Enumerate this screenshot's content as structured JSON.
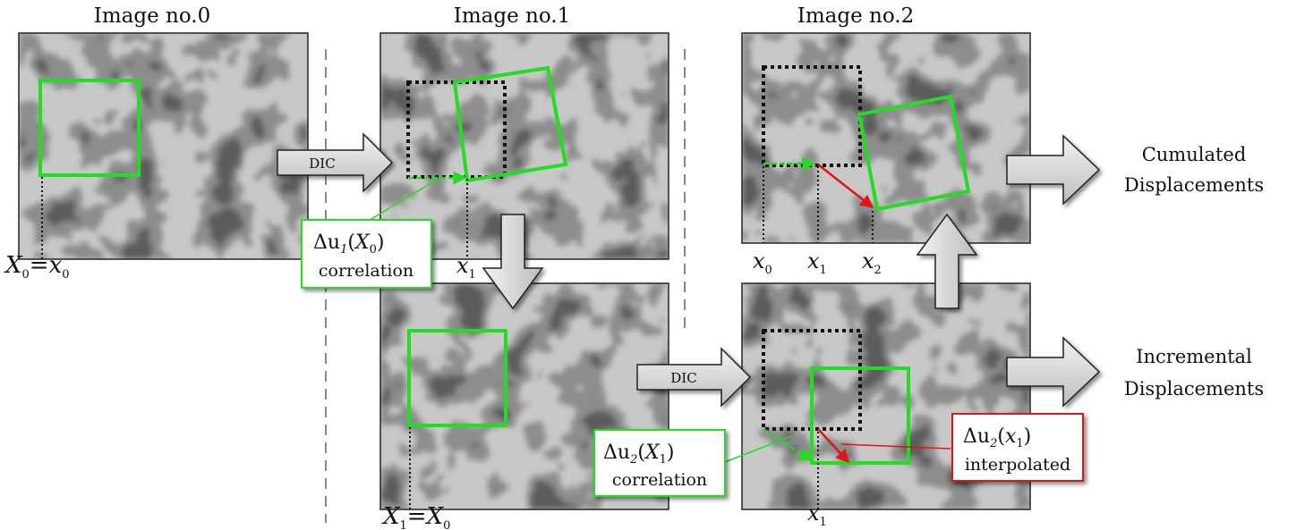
{
  "panels": {
    "image0": {
      "title": "Image no.0"
    },
    "image1": {
      "title": "Image no.1"
    },
    "image2": {
      "title": "Image no.2"
    }
  },
  "arrows": {
    "dic_top": "DIC",
    "dic_bottom": "DIC"
  },
  "outputs": {
    "cumulated_line1": "Cumulated",
    "cumulated_line2": "Displacements",
    "incremental_line1": "Incremental",
    "incremental_line2": "Displacements"
  },
  "callouts": {
    "du1": {
      "delta": "Δu",
      "sub": "1",
      "arg": "X",
      "argsub": "0",
      "caption": "correlation",
      "color": "#22dd22"
    },
    "du2_corr": {
      "delta": "Δu",
      "sub": "2",
      "arg": "X",
      "argsub": "1",
      "caption": "correlation",
      "color": "#22dd22"
    },
    "du2_interp": {
      "delta": "Δu",
      "sub": "2",
      "arg": "x",
      "argsub": "1",
      "caption": "interpolated",
      "color": "#e01515"
    }
  },
  "labels": {
    "X0_eq_x0": {
      "lhs": "X",
      "lhs_sub": "0",
      "eq": "=",
      "rhs": "x",
      "rhs_sub": "0"
    },
    "x1_img1": {
      "base": "x",
      "sub": "1"
    },
    "X1_eq_X0": {
      "lhs": "X",
      "lhs_sub": "1",
      "eq": "=",
      "rhs": "X",
      "rhs_sub": "0"
    },
    "x0_img2": {
      "base": "x",
      "sub": "0"
    },
    "x1_img2": {
      "base": "x",
      "sub": "1"
    },
    "x2_img2": {
      "base": "x",
      "sub": "2"
    },
    "x1_img2b": {
      "base": "x",
      "sub": "1"
    }
  },
  "colors": {
    "green": "#22dd22",
    "red": "#e01515",
    "arrow_fill": "#dddddd",
    "texture_light": "#c9c9c9",
    "texture_dark": "#5a5a5a"
  }
}
